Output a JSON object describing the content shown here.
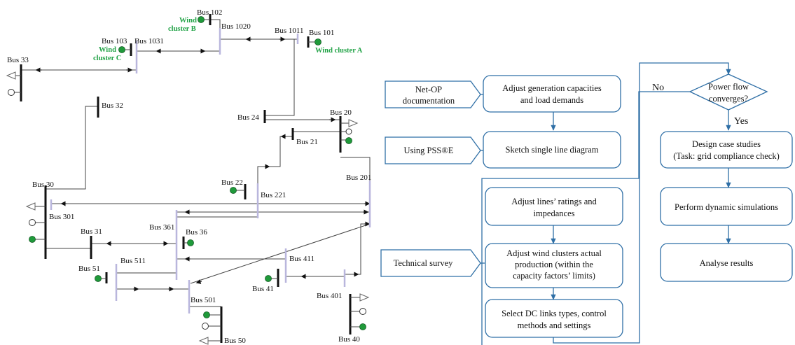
{
  "colors": {
    "bus_bar": "#111111",
    "bus_line": "#444444",
    "bus_lavender": "#b9b6dd",
    "generator_fill": "#1f9a3a",
    "wind_text": "#22a347",
    "flow_border": "#2f6fa6",
    "arrow": "#2f6fa6"
  },
  "network": {
    "buses": {
      "b33": "Bus 33",
      "b32": "Bus 32",
      "b103": "Bus 103",
      "b1031": "Bus 1031",
      "b102": "Bus 102",
      "b1020": "Bus 1020",
      "b1011": "Bus 1011",
      "b101": "Bus 101",
      "b24": "Bus 24",
      "b20": "Bus 20",
      "b21": "Bus 21",
      "b30": "Bus 30",
      "b301": "Bus 301",
      "b22": "Bus 22",
      "b221": "Bus 221",
      "b201": "Bus 201",
      "b31": "Bus 31",
      "b361": "Bus 361",
      "b36": "Bus 36",
      "b51": "Bus 51",
      "b511": "Bus 511",
      "b411": "Bus 411",
      "b41": "Bus 41",
      "b401": "Bus 401",
      "b501": "Bus 501",
      "b40": "Bus 40",
      "b50": "Bus 50"
    },
    "wind": {
      "b_line1": "Wind",
      "b_line2": "cluster B",
      "c_line1": "Wind",
      "c_line2": "cluster C",
      "a": "Wind cluster A"
    }
  },
  "flowchart": {
    "inputs": {
      "netop_line1": "Net-OP",
      "netop_line2": "documentation",
      "psse": "Using PSS®E",
      "survey": "Technical survey"
    },
    "steps": {
      "adjust_gen_line1": "Adjust generation capacities",
      "adjust_gen_line2": "and load demands",
      "sketch": "Sketch single line diagram",
      "ratings_line1": "Adjust lines’ ratings and",
      "ratings_line2": "impedances",
      "wind_line1": "Adjust wind clusters actual",
      "wind_line2": "production (within the",
      "wind_line3": "capacity factors’ limits)",
      "dc_line1": "Select DC links types, control",
      "dc_line2": "methods and settings",
      "design_line1": "Design case studies",
      "design_line2": "(Task: grid compliance check)",
      "dynamic": "Perform dynamic simulations",
      "analyse": "Analyse results"
    },
    "decision": {
      "line1": "Power flow",
      "line2": "converges?",
      "no": "No",
      "yes": "Yes"
    }
  }
}
